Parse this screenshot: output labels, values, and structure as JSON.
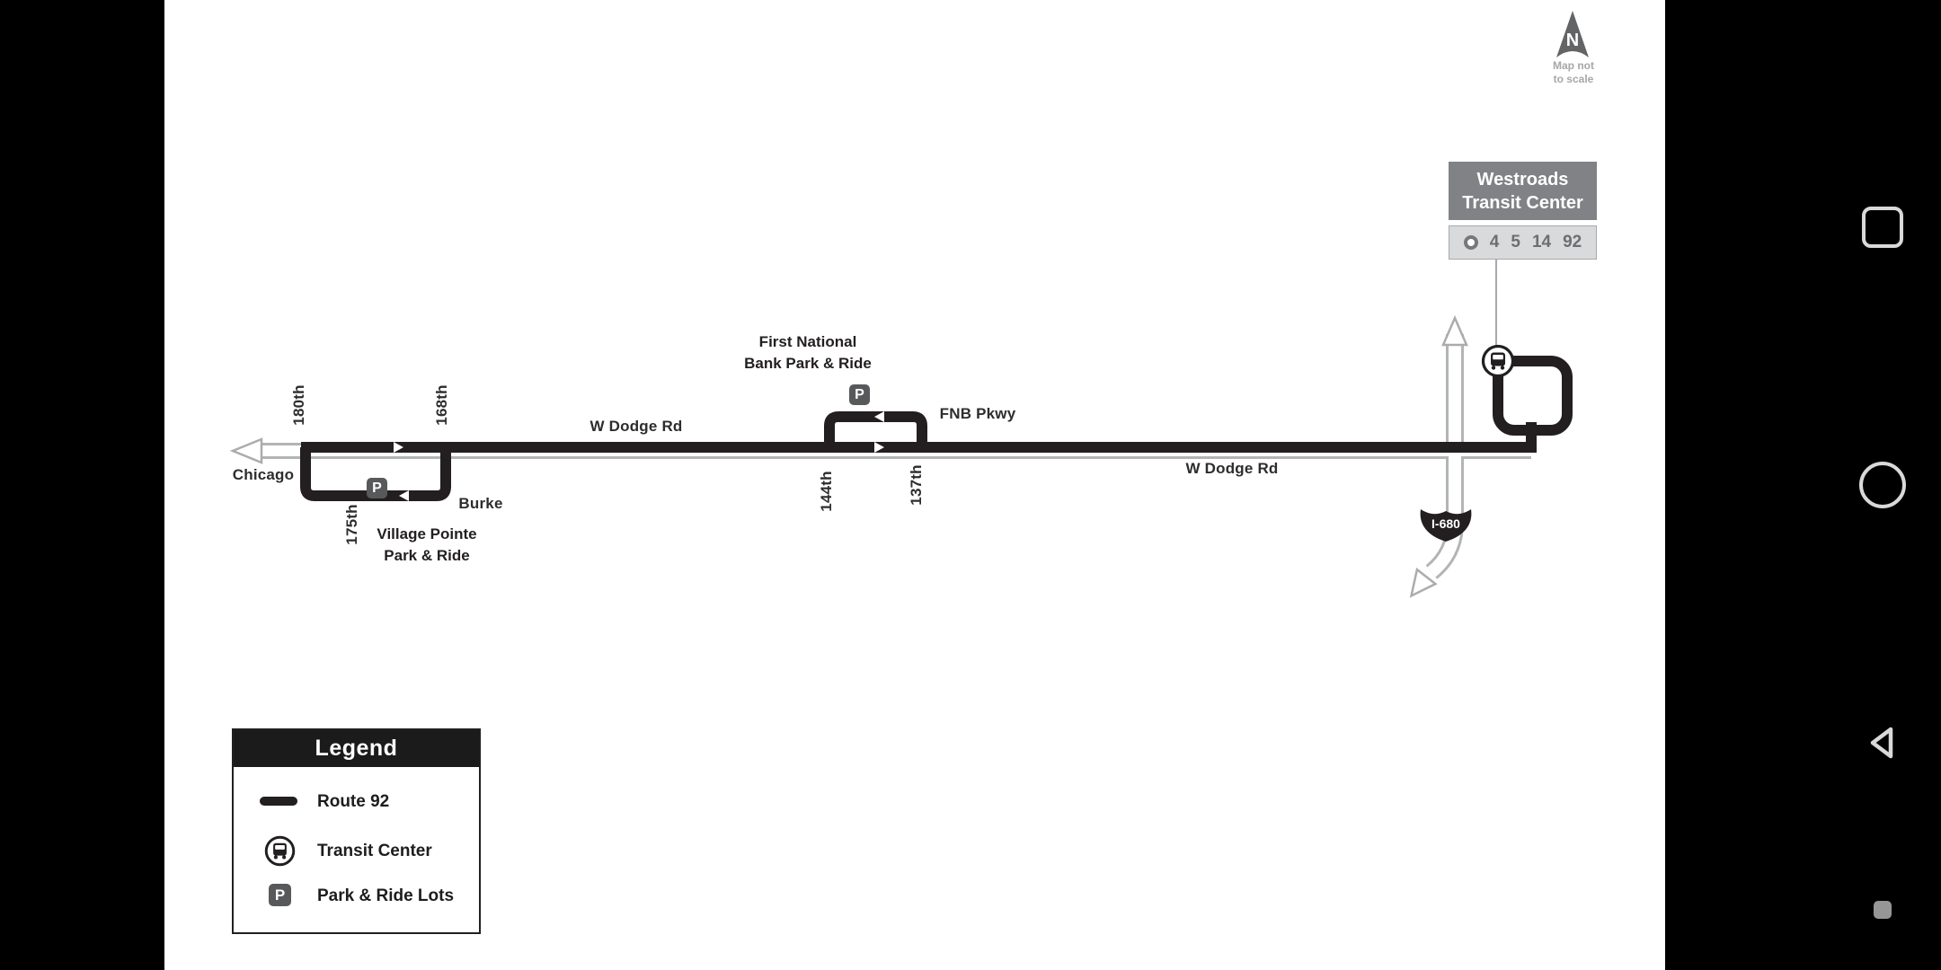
{
  "north": {
    "letter": "N",
    "note_line1": "Map not",
    "note_line2": "to scale"
  },
  "westroads": {
    "title_line1": "Westroads",
    "title_line2": "Transit Center",
    "routes": [
      "4",
      "5",
      "14",
      "92"
    ]
  },
  "map_labels": {
    "chicago": "Chicago",
    "burke": "Burke",
    "w_dodge_rd": "W Dodge Rd",
    "fnb_pkwy": "FNB Pkwy",
    "st_180": "180th",
    "st_175": "175th",
    "st_168": "168th",
    "st_144": "144th",
    "st_137": "137th",
    "village_pointe_line1": "Village Pointe",
    "village_pointe_line2": "Park & Ride",
    "first_national_line1": "First National",
    "first_national_line2": "Bank Park & Ride",
    "i680": "I-680",
    "p_letter": "P"
  },
  "legend": {
    "title": "Legend",
    "items": [
      {
        "label": "Route 92"
      },
      {
        "label": "Transit Center"
      },
      {
        "label": "Park & Ride Lots"
      }
    ]
  }
}
